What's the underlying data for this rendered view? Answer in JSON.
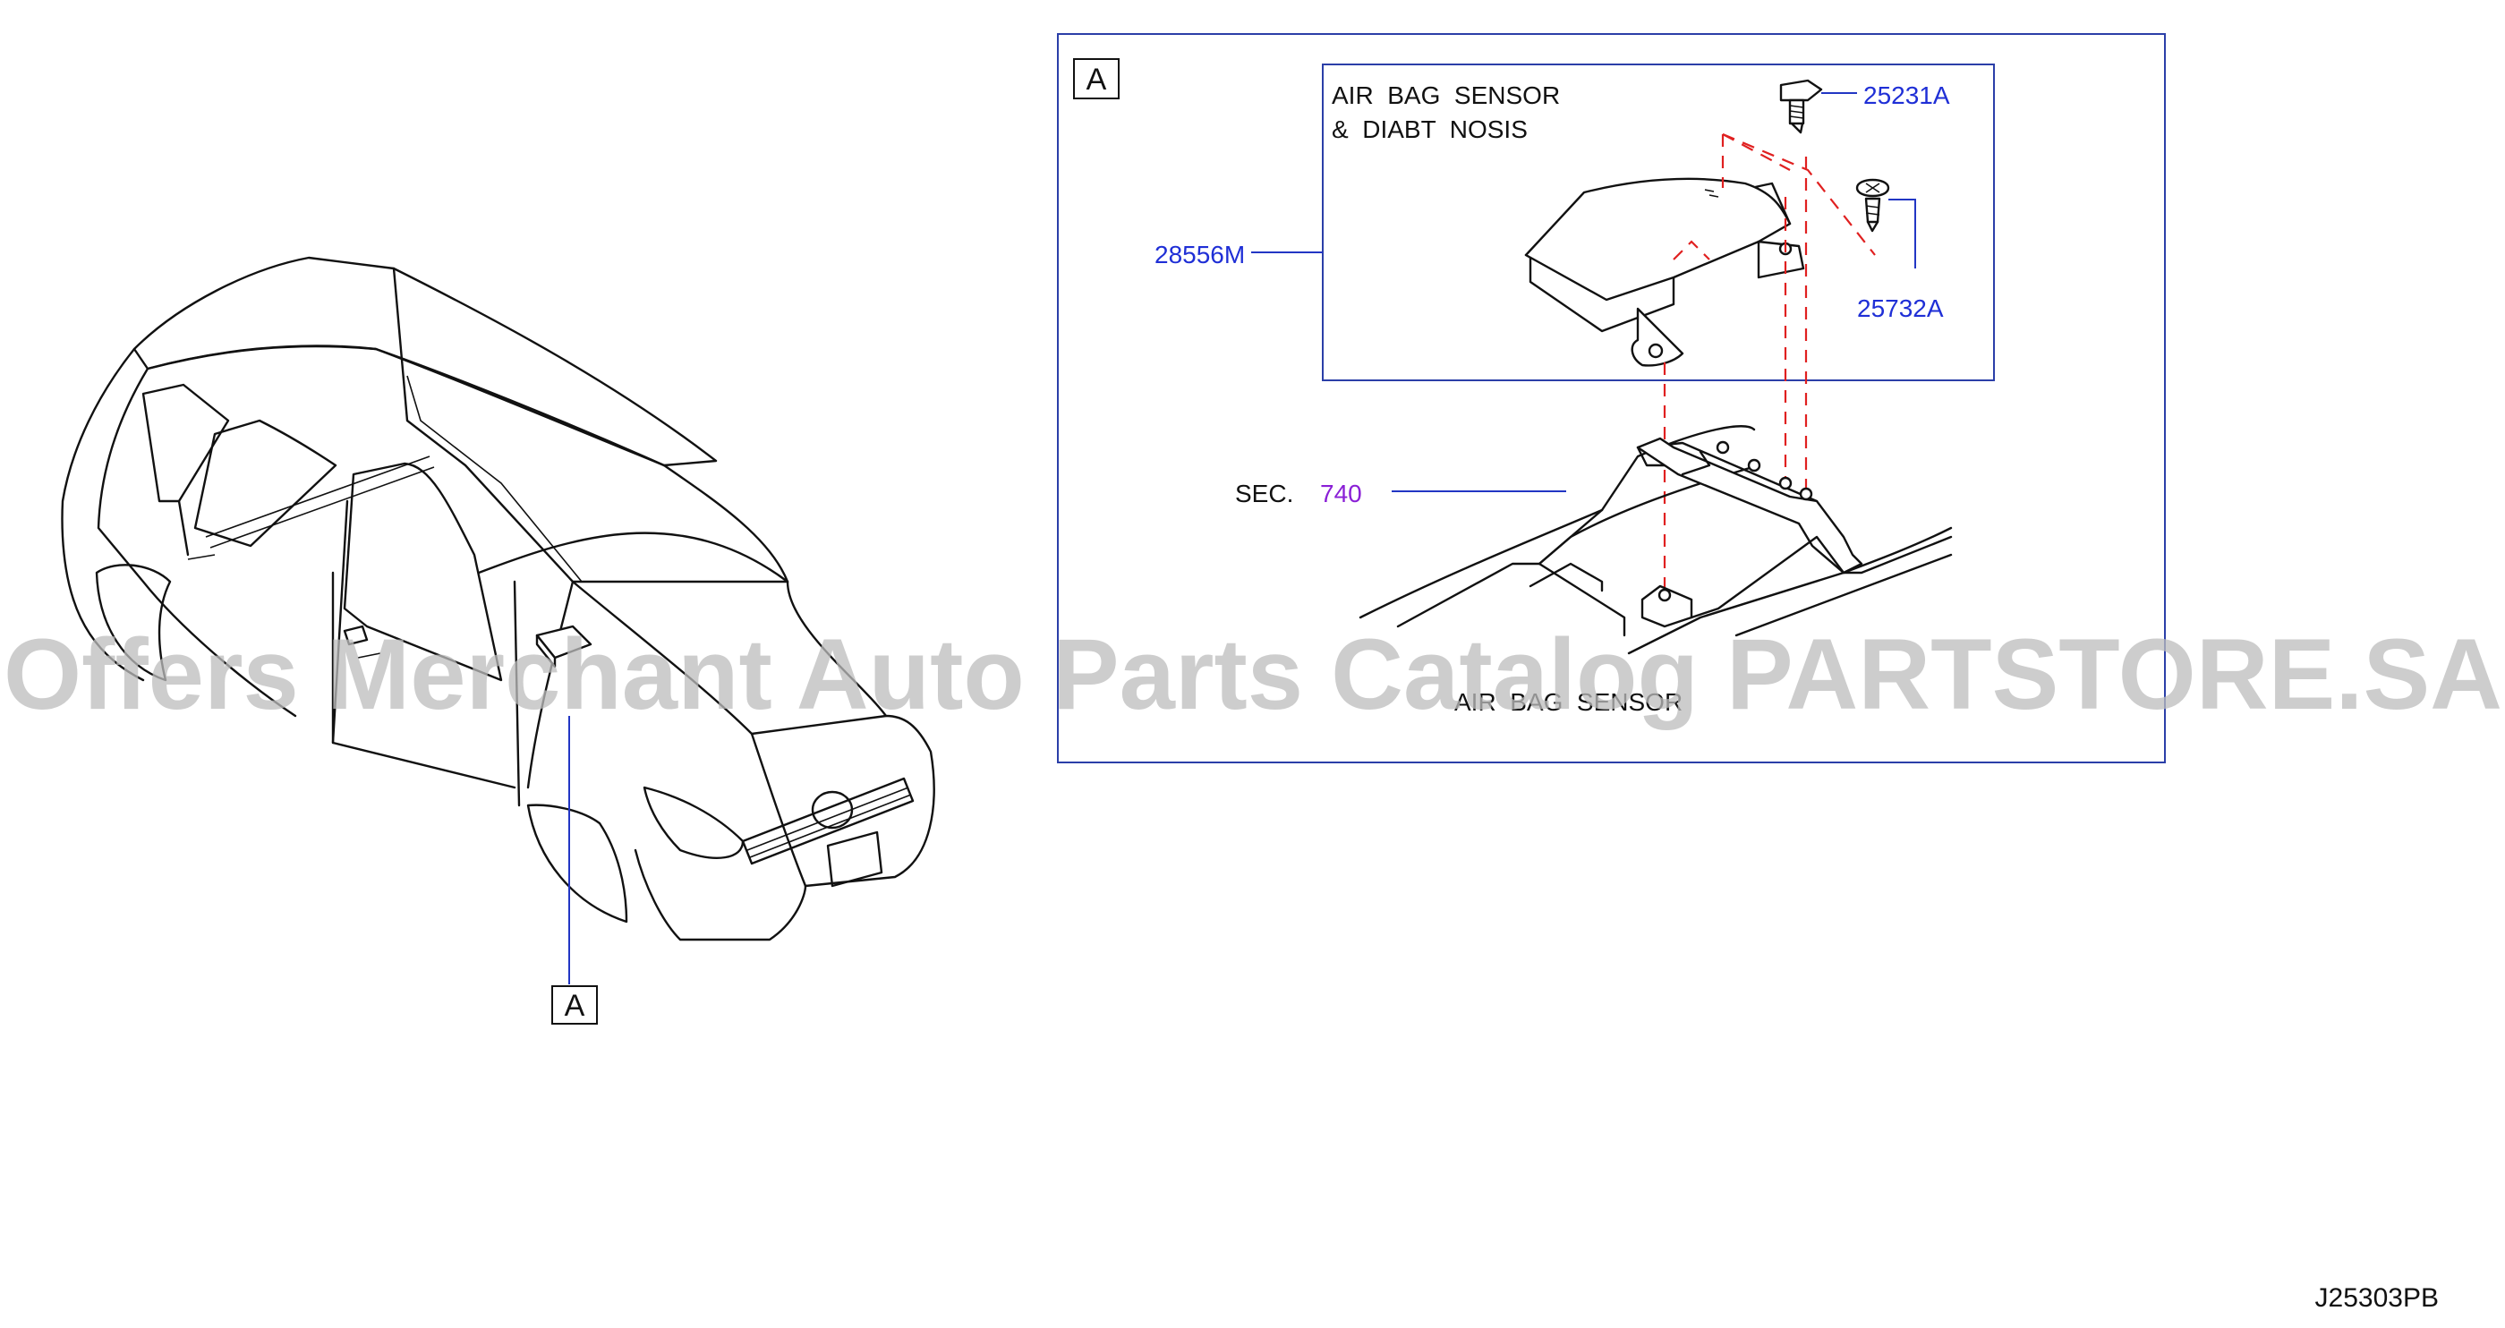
{
  "diagram": {
    "detail_view_tag": "A",
    "car_view_tag": "A",
    "inset_title_line1": "AIR  BAG  SENSOR",
    "inset_title_line2": "&  DIABT  NOSIS",
    "parts": [
      {
        "number": "28556M"
      },
      {
        "number": "25231A"
      },
      {
        "number": "25732A"
      }
    ],
    "section_ref": {
      "prefix": "SEC.",
      "number": "740"
    },
    "bottom_label": "AIR  BAG  SENSOR",
    "drawing_code": "J25303PB"
  },
  "watermark": "Offers Merchant Auto Parts Catalog PARTSTORE.SA",
  "colors": {
    "part_number": "#1f2fd6",
    "section_number": "#8a1fd6",
    "hidden_line": "#e02020",
    "frame": "#2b3fa8"
  }
}
